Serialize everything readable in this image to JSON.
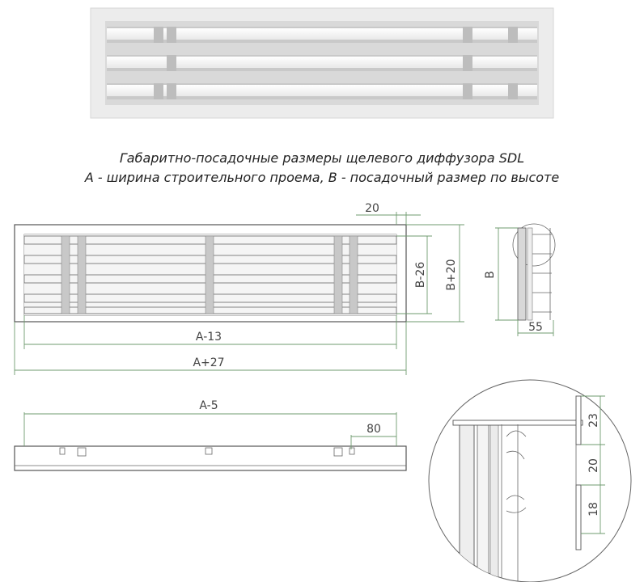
{
  "caption": {
    "line1": "Габаритно-посадочные размеры щелевого диффузора SDL",
    "line2": "А - ширина строительного проема, В - посадочный размер по высоте"
  },
  "front_view": {
    "top_flange": "20",
    "inner_width": "A-13",
    "outer_width": "A+27",
    "inner_height": "B-26",
    "outer_height": "B+20"
  },
  "side_view": {
    "height": "B",
    "depth": "55"
  },
  "bottom_view": {
    "width": "A-5",
    "mount_offset": "80"
  },
  "detail_view": {
    "dim_top": "23",
    "dim_middle": "20",
    "dim_bottom": "18"
  },
  "colors": {
    "line": "#555555",
    "dimension_line": "#6f9b6f",
    "photo_frame": "#e6e6e6"
  }
}
